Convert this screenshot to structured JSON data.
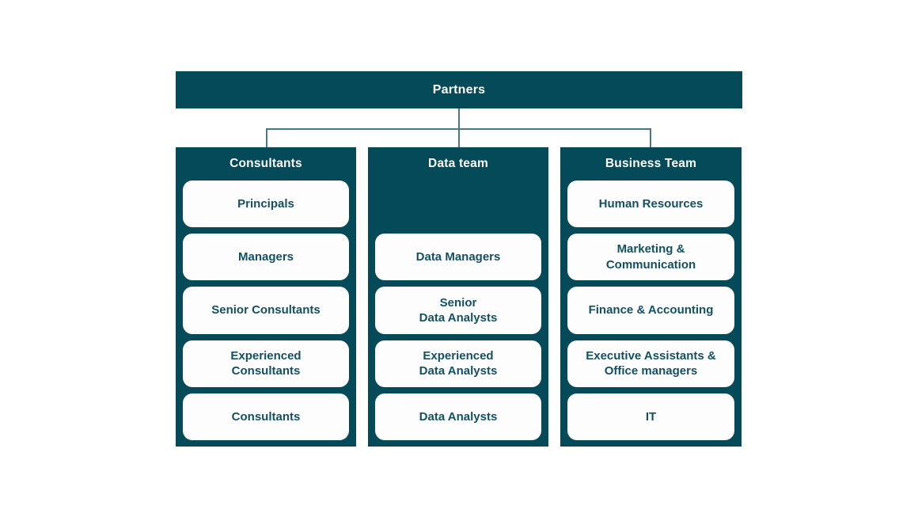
{
  "org_chart": {
    "root": {
      "label": "Partners"
    },
    "columns": [
      {
        "title": "Consultants",
        "items": [
          "Principals",
          "Managers",
          "Senior Consultants",
          "Experienced\nConsultants",
          "Consultants"
        ]
      },
      {
        "title": "Data team",
        "items": [
          null,
          "Data Managers",
          "Senior\nData Analysts",
          "Experienced\nData Analysts",
          "Data Analysts"
        ]
      },
      {
        "title": "Business Team",
        "items": [
          "Human Resources",
          "Marketing &\nCommunication",
          "Finance & Accounting",
          "Executive Assistants &\nOffice managers",
          "IT"
        ]
      }
    ],
    "colors": {
      "panel": "#054a58",
      "card_background": "#fdfdfd",
      "card_text": "#135062",
      "header_text": "#ffffff",
      "connector": "#4a7886",
      "background": "#ffffff"
    }
  }
}
